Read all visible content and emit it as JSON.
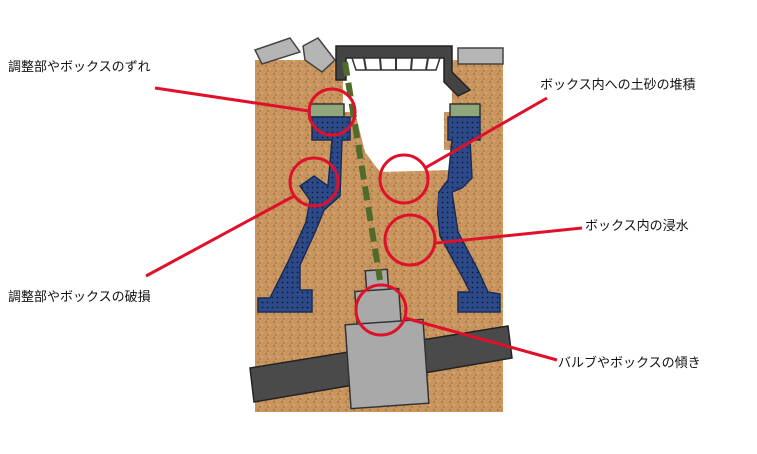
{
  "labels": {
    "displacement": "調整部やボックスのずれ",
    "damage": "調整部やボックスの破損",
    "sediment": "ボックス内への土砂の堆積",
    "flooding": "ボックス内の浸水",
    "tilt": "バルブやボックスの傾き"
  },
  "colors": {
    "soil": "#c9955f",
    "box": "#2c4a8a",
    "pipe": "#404040",
    "valve": "#a9a9a9",
    "marker": "#e0102a",
    "axis": "#4f6b2a",
    "pad": "#8fa77a"
  }
}
